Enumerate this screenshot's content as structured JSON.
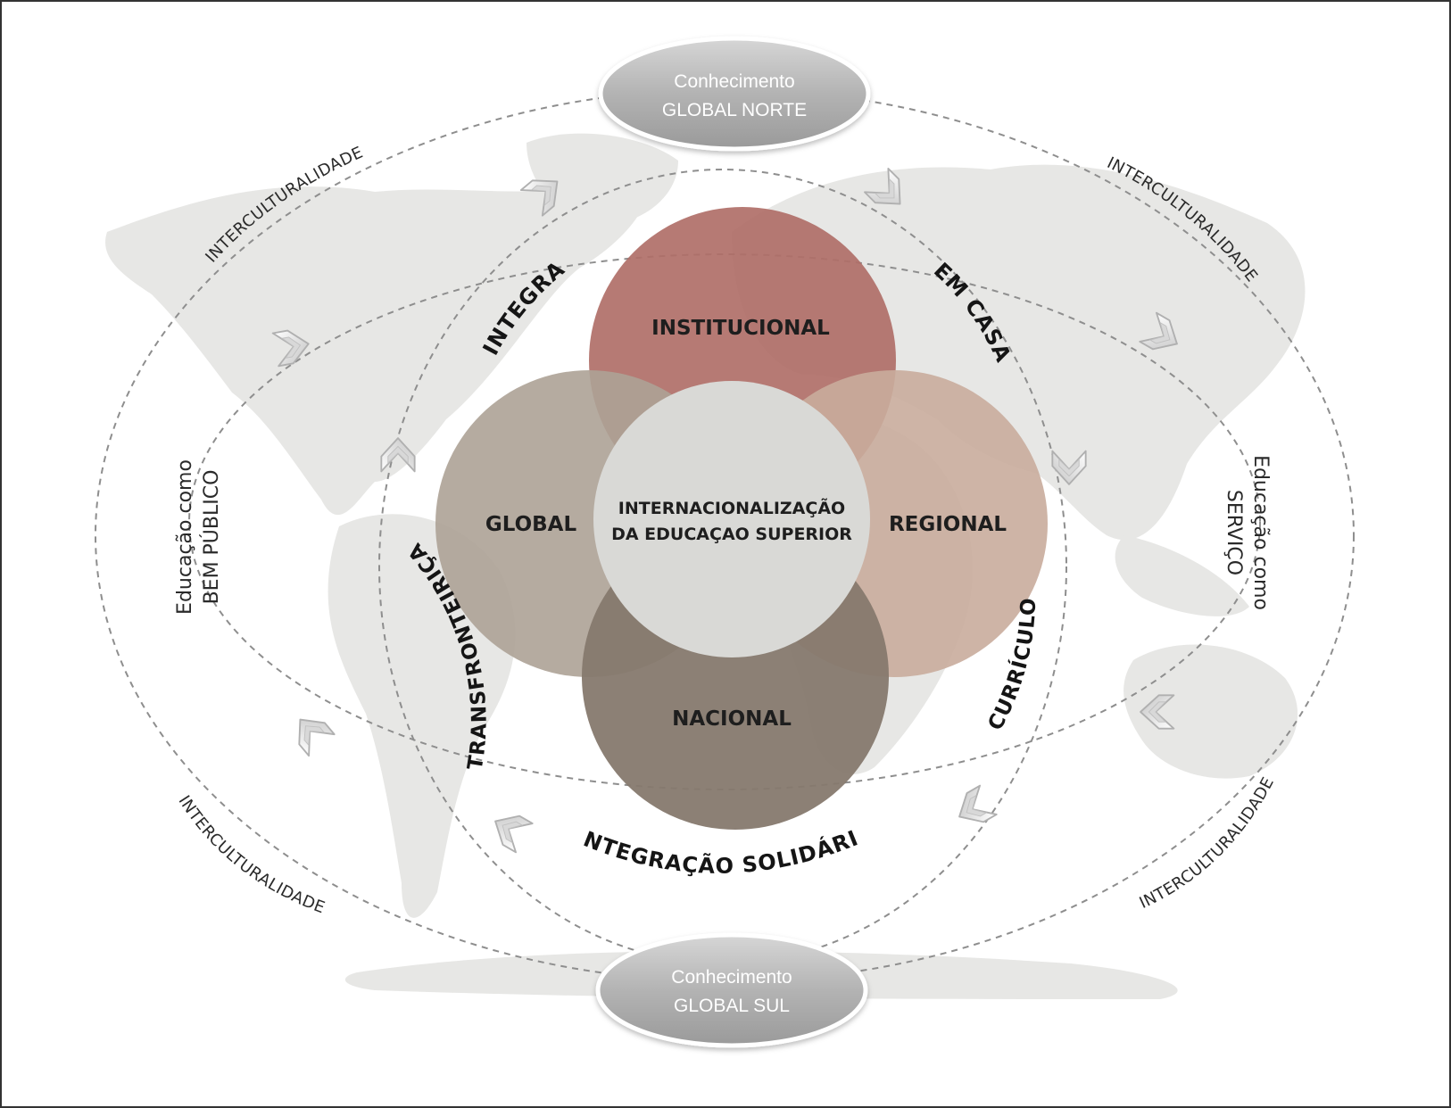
{
  "colors": {
    "institucional": "#b06f68",
    "global": "#ada296",
    "regional": "#c9ac9c",
    "nacional": "#86796e",
    "center": "#d9d9d6",
    "pill": "#b8b8b8",
    "map": "#e7e7e5"
  },
  "circles": {
    "institucional": "INSTITUCIONAL",
    "global": "GLOBAL",
    "regional": "REGIONAL",
    "nacional": "NACIONAL",
    "center_line1": "INTERNACIONALIZAÇÃO",
    "center_line2": "DA EDUCAÇAO SUPERIOR"
  },
  "arc_labels": {
    "integral": "INTEGRAL",
    "em_casa": "EM CASA",
    "transfronteirica": "TRANSFRONTEIRIÇA",
    "curriculo": "CURRÍCULO",
    "integracao_solidaria": "INTEGRAÇÃO SOLIDÁRIA"
  },
  "interculturalidade": {
    "top_left": "INTERCULTURALIDADE",
    "top_right": "INTERCULTURALIDADE",
    "bottom_left": "INTERCULTURALIDADE",
    "bottom_right": "INTERCULTURALIDADE"
  },
  "side_labels": {
    "left_line1": "Educação como",
    "left_line2": "BEM PÚBLICO",
    "right_line1": "Educação como",
    "right_line2": "SERVIÇO"
  },
  "pills": {
    "top_line1": "Conhecimento",
    "top_line2": "GLOBAL NORTE",
    "bottom_line1": "Conhecimento",
    "bottom_line2": "GLOBAL SUL"
  },
  "icons": [
    "chevron-icon"
  ]
}
